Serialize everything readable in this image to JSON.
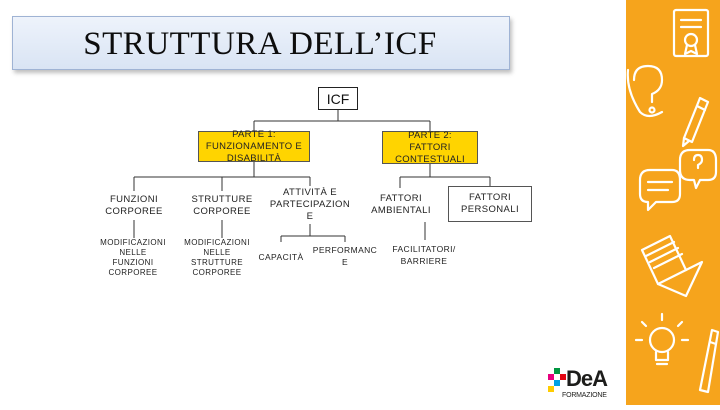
{
  "slide": {
    "title": "STRUTTURA DELL’ICF"
  },
  "diagram": {
    "root": "ICF",
    "part1": "PARTE 1:\nFUNZIONAMENTO E\nDISABILITÀ",
    "part2": "PARTE 2:\nFATTORI\nCONTESTUALI",
    "funzioni_corporee": "FUNZIONI\nCORPOREE",
    "strutture_corporee": "STRUTTURE\nCORPOREE",
    "attivita": "ATTIVITÀ E\nPARTECIPAZION\nE",
    "fattori_ambientali": "FATTORI\nAMBIENTALI",
    "fattori_personali": "FATTORI\nPERSONALI",
    "mod_funzioni": "MODIFICAZIONI\nNELLE\nFUNZIONI\nCORPOREE",
    "mod_strutture": "MODIFICAZIONI\nNELLE\nSTRUTTURE\nCORPOREE",
    "capacita": "CAPACITÀ",
    "performance": "PERFORMANC\nE",
    "facilitatori": "FACILITATORI/\nBARRIERE"
  },
  "branding": {
    "logo_text": "DeA",
    "logo_subtext": "FORMAZIONE"
  },
  "colors": {
    "accent_yellow": "#ffd400",
    "sidebar_orange": "#f6a41c",
    "title_bg": "#dce6f4"
  },
  "icons": [
    "certificate-icon",
    "question-mark-icon",
    "pencil-icon",
    "speech-bubble-question-icon",
    "documents-icon",
    "lightbulb-icon",
    "pen-icon"
  ]
}
